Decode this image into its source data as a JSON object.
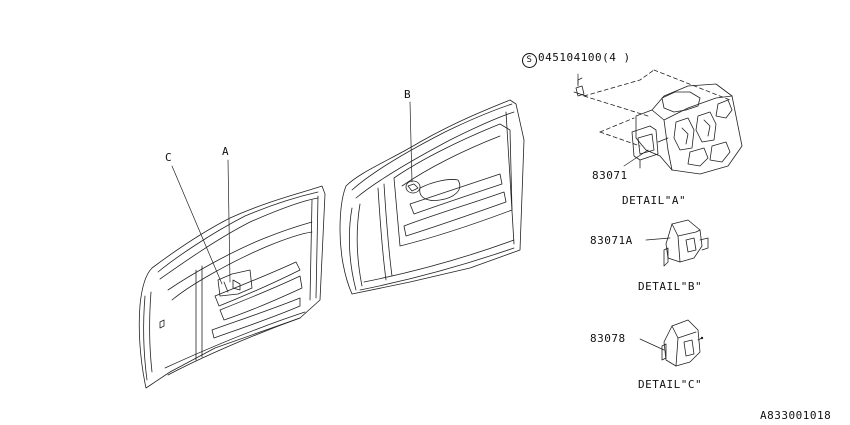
{
  "callouts": {
    "a": "A",
    "b": "B",
    "c": "C"
  },
  "parts": {
    "screw_symbol": "S",
    "screw": "045104100(4 )",
    "main_switch": "83071",
    "switch_b": "83071A",
    "switch_c": "83078"
  },
  "details": {
    "a": "DETAIL\"A\"",
    "b": "DETAIL\"B\"",
    "c": "DETAIL\"C\""
  },
  "diagram_id": "A833001018"
}
